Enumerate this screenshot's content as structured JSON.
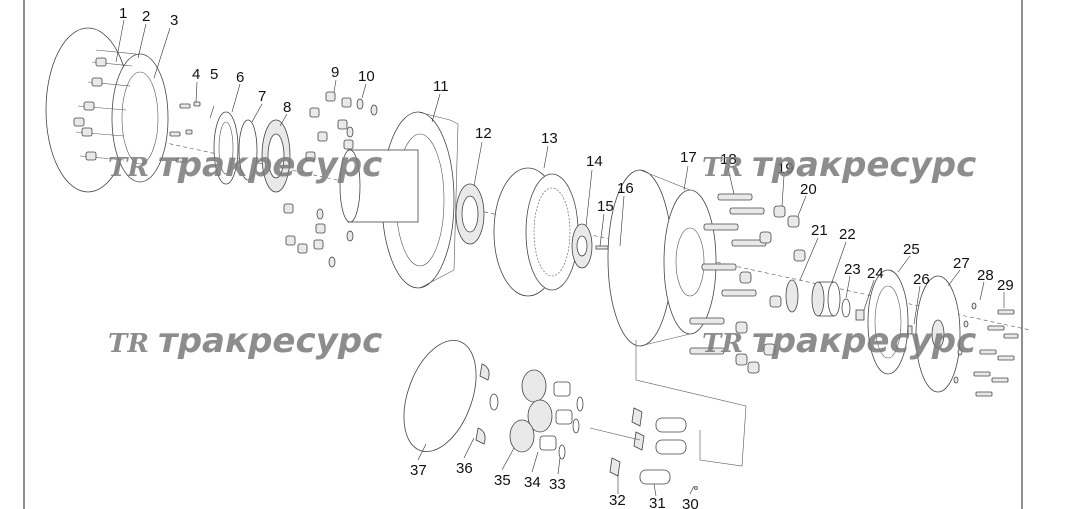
{
  "diagram": {
    "callouts": [
      "1",
      "2",
      "3",
      "4",
      "5",
      "6",
      "7",
      "8",
      "9",
      "10",
      "11",
      "12",
      "13",
      "14",
      "15",
      "16",
      "17",
      "18",
      "19",
      "20",
      "21",
      "22",
      "23",
      "24",
      "25",
      "26",
      "27",
      "28",
      "29",
      "30",
      "31",
      "32",
      "33",
      "34",
      "35",
      "36",
      "37"
    ],
    "watermark": {
      "logo": "TR",
      "text": "тракресурс"
    }
  }
}
